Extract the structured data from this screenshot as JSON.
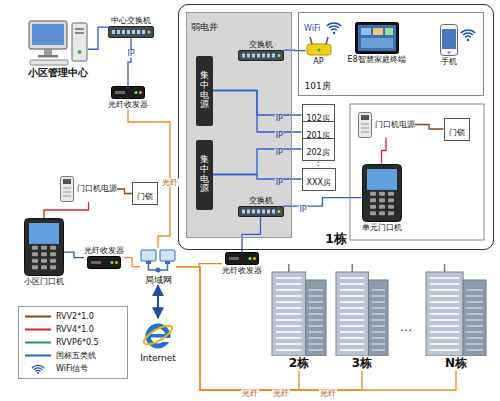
{
  "diagram": {
    "nodes": [
      {
        "text": [
          "小区管理中心"
        ]
      },
      {
        "text": [
          "中心交换机"
        ]
      },
      {
        "text": [
          "光纤收发器"
        ]
      },
      {
        "text": [
          "1栋"
        ]
      },
      {
        "text": [
          "弱电井"
        ],
        "in": 3
      },
      {
        "text": [
          "交换机"
        ],
        "in": 4
      },
      {
        "text": [
          "集中电源"
        ],
        "in": 4
      },
      {
        "text": [
          "集中电源"
        ],
        "in": 4
      },
      {
        "text": [
          "交换机"
        ],
        "in": 4
      },
      {
        "text": [
          "101房"
        ],
        "in": 3
      },
      {
        "text": [
          "AP"
        ],
        "in": 9
      },
      {
        "text": [
          "E8智慧家庭终端"
        ],
        "in": 9
      },
      {
        "text": [
          "手机"
        ],
        "in": 9
      },
      {
        "text": [
          "102房"
        ],
        "in": 3
      },
      {
        "text": [
          "201房"
        ],
        "in": 3
      },
      {
        "text": [
          "202房"
        ],
        "in": 3
      },
      {
        "text": [
          "XXX房"
        ],
        "in": 3
      },
      {
        "text": [
          "单元门口机"
        ],
        "in": 3
      },
      {
        "text": [
          "门口机电源"
        ],
        "in": 3
      },
      {
        "text": [
          "门锁"
        ],
        "in": 3
      },
      {
        "text": [
          "门口机电源"
        ]
      },
      {
        "text": [
          "门锁"
        ]
      },
      {
        "text": [
          "小区门口机"
        ]
      },
      {
        "text": [
          "光纤收发器"
        ]
      },
      {
        "text": [
          "局域网"
        ]
      },
      {
        "text": [
          "光纤收发器"
        ]
      },
      {
        "text": [
          "Internet"
        ]
      },
      {
        "text": [
          "2栋"
        ]
      },
      {
        "text": [
          "3栋"
        ]
      },
      {
        "text": [
          "N栋"
        ]
      }
    ],
    "edges": [
      {
        "from": 0,
        "to": 1,
        "arrow": "none"
      },
      {
        "from": 1,
        "to": 2,
        "arrow": "none",
        "label": "IP"
      },
      {
        "from": 2,
        "to": 24,
        "arrow": "none",
        "label": "光纤"
      },
      {
        "from": 5,
        "to": 10,
        "arrow": "none"
      },
      {
        "from": 6,
        "to": 13,
        "arrow": "none",
        "label": "IP"
      },
      {
        "from": 6,
        "to": 14,
        "arrow": "none",
        "label": "IP"
      },
      {
        "from": 7,
        "to": 15,
        "arrow": "none",
        "label": "IP"
      },
      {
        "from": 7,
        "to": 16,
        "arrow": "none",
        "label": "IP"
      },
      {
        "from": 8,
        "to": 17,
        "arrow": "none",
        "label": "IP"
      },
      {
        "from": 18,
        "to": 19,
        "arrow": "none"
      },
      {
        "from": 18,
        "to": 17,
        "arrow": "none"
      },
      {
        "from": 20,
        "to": 21,
        "arrow": "none"
      },
      {
        "from": 20,
        "to": 22,
        "arrow": "none"
      },
      {
        "from": 22,
        "to": 23,
        "arrow": "none"
      },
      {
        "from": 23,
        "to": 24,
        "arrow": "none"
      },
      {
        "from": 25,
        "to": 24,
        "arrow": "none"
      },
      {
        "from": 25,
        "to": 8,
        "arrow": "none"
      },
      {
        "from": 24,
        "to": 26,
        "arrow": "both"
      },
      {
        "from": 24,
        "to": 27,
        "arrow": "none",
        "label": "光纤"
      },
      {
        "from": 24,
        "to": 28,
        "arrow": "none",
        "label": "光纤"
      },
      {
        "from": 24,
        "to": 29,
        "arrow": "none",
        "label": "光纤"
      }
    ],
    "labels": [
      "WiFi",
      "⋮",
      "…"
    ],
    "legend": [
      {
        "text": "RVV2*1.0"
      },
      {
        "text": "RVV4*1.0"
      },
      {
        "text": "RVVP6*0.5"
      },
      {
        "text": "国标五类线"
      },
      {
        "text": "WiFi信号"
      }
    ]
  }
}
